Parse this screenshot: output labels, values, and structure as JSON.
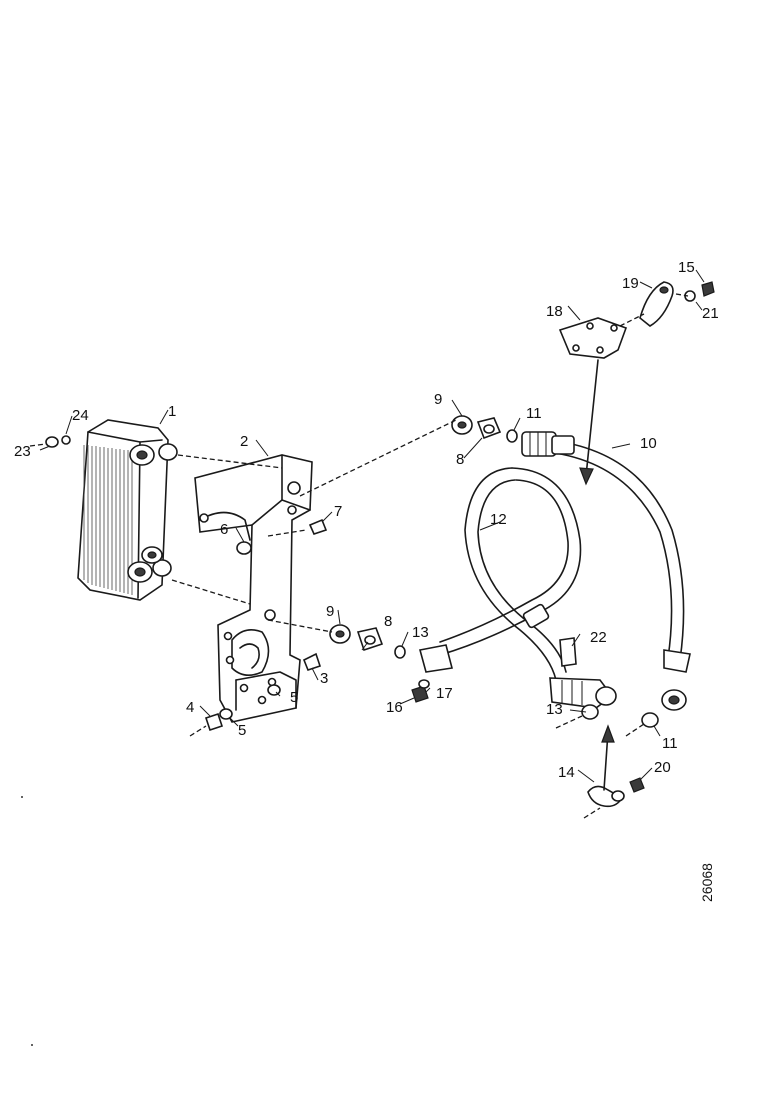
{
  "diagram": {
    "reference_number": "26068",
    "callouts": {
      "c1": "1",
      "c2": "2",
      "c3": "3",
      "c4": "4",
      "c5a": "5",
      "c5b": "5",
      "c6": "6",
      "c7": "7",
      "c8a": "8",
      "c8b": "8",
      "c9a": "9",
      "c9b": "9",
      "c10": "10",
      "c11a": "11",
      "c11b": "11",
      "c12": "12",
      "c13a": "13",
      "c13b": "13",
      "c14": "14",
      "c15": "15",
      "c16": "16",
      "c17": "17",
      "c18": "18",
      "c19": "19",
      "c20": "20",
      "c21": "21",
      "c22": "22",
      "c23": "23",
      "c24": "24"
    }
  }
}
